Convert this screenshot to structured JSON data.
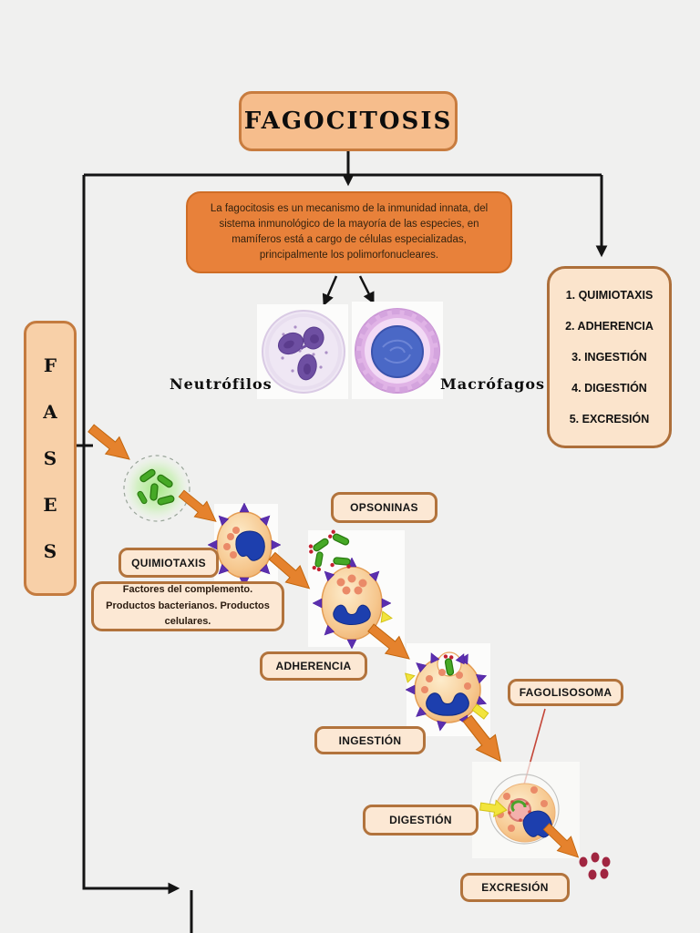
{
  "colors": {
    "background": "#f0f0ef",
    "title_box_fill": "#f6bd8c",
    "intro_box_fill": "#e8813a",
    "panel_fill": "#fbe4cc",
    "stage_box_fill": "#fce8d4",
    "box_border": "#b2733c",
    "orange_arrow": "#e5822d",
    "black_connector": "#141414",
    "nucleus_blue": "#1d3fae",
    "bacteria_green": "#46a926",
    "debris_red": "#a02540"
  },
  "title": {
    "label": "FAGOCITOSIS"
  },
  "intro": {
    "text": "La fagocitosis es un mecanismo de la inmunidad innata, del sistema inmunológico de la mayoría de las especies, en mamíferos está a cargo de células especializadas, principalmente los polimorfonucleares."
  },
  "cell_images": {
    "neutrophils_label": "Neutrófilos",
    "macrophages_label": "Macrófagos"
  },
  "phases_panel": {
    "items": [
      "1. QUIMIOTAXIS",
      "2. ADHERENCIA",
      "3. INGESTIÓN",
      "4. DIGESTIÓN",
      "5. EXCRESIÓN"
    ]
  },
  "fases_box": {
    "letters": [
      "F",
      "A",
      "S",
      "E",
      "S"
    ]
  },
  "stages": {
    "quimiotaxis": "QUIMIOTAXIS",
    "opsoninas": "OPSONINAS",
    "adherencia": "ADHERENCIA",
    "ingestion": "INGESTIÓN",
    "fagolisosoma": "FAGOLISOSOMA",
    "digestion": "DIGESTIÓN",
    "excrecion": "EXCRESIÓN"
  },
  "quimiotaxis_factors": {
    "text": "Factores del complemento. Productos bacterianos. Productos celulares."
  }
}
